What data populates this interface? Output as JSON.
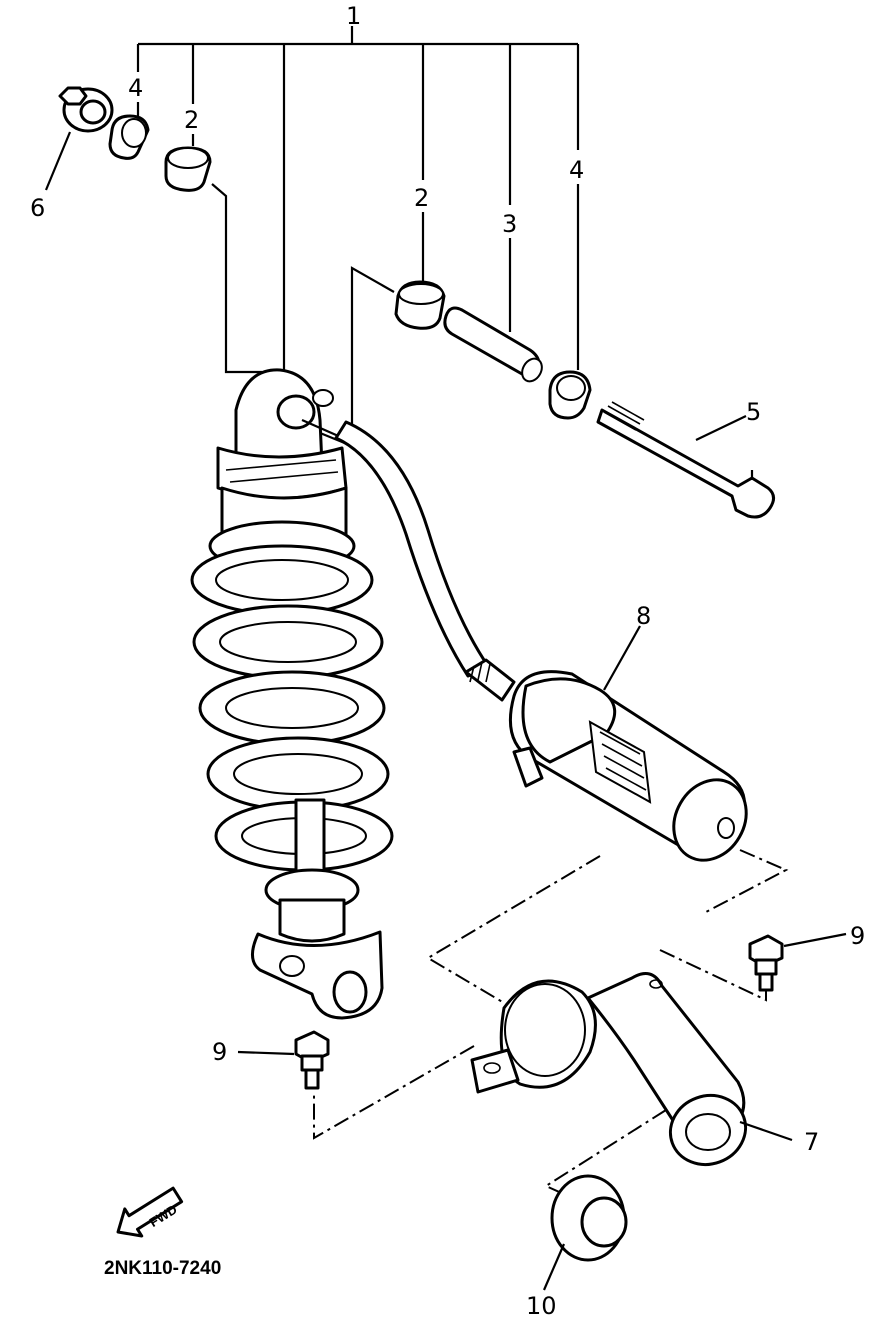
{
  "diagram": {
    "drawing_code": "2NK110-7240",
    "direction_label": "FWD",
    "callouts": {
      "c1": "1",
      "c2a": "2",
      "c2b": "2",
      "c3": "3",
      "c4a": "4",
      "c4b": "4",
      "c5": "5",
      "c6": "6",
      "c7": "7",
      "c8": "8",
      "c9a": "9",
      "c9b": "9",
      "c10": "10"
    }
  }
}
